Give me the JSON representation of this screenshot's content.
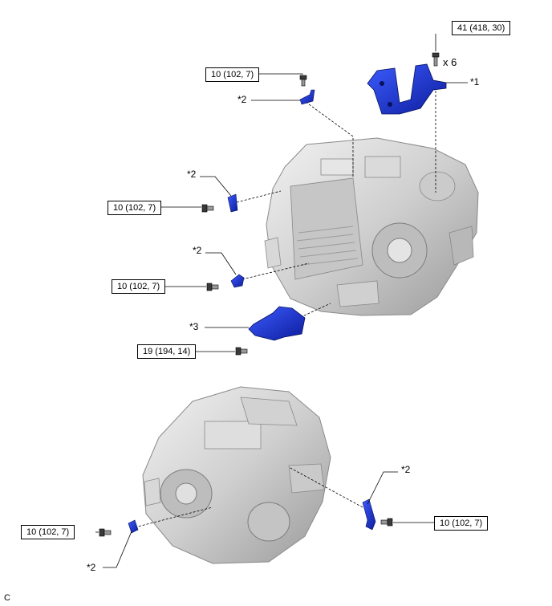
{
  "torque_specs": {
    "top_right_bolts": "41 (418, 30)",
    "top_center_bolt": "10 (102, 7)",
    "left_upper_bolt": "10 (102, 7)",
    "left_middle_bolt": "10 (102, 7)",
    "left_lower_bolt": "19 (194, 14)",
    "bottom_left_bolt": "10 (102, 7)",
    "bottom_right_bolt": "10 (102, 7)"
  },
  "quantity": "x 6",
  "callouts": {
    "part1": "*1",
    "part2_top": "*2",
    "part2_left_upper": "*2",
    "part2_left_middle": "*2",
    "part3": "*3",
    "part2_bottom_left": "*2",
    "part2_bottom_right": "*2"
  },
  "footer_code": "C",
  "colors": {
    "bracket": "#1a32d6",
    "line": "#000000",
    "casting": "#d4d4d4"
  }
}
